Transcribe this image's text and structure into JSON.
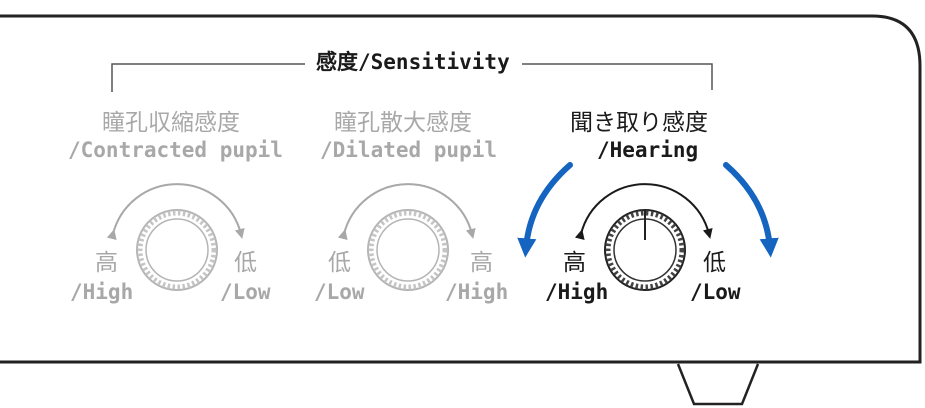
{
  "title": "感度/Sensitivity",
  "knobs": [
    {
      "name_jp": "瞳孔収縮感度",
      "name_en": "/Contracted pupil",
      "left_jp": "高",
      "left_en": "/High",
      "right_jp": "低",
      "right_en": "/Low",
      "active": false
    },
    {
      "name_jp": "瞳孔散大感度",
      "name_en": "/Dilated pupil",
      "left_jp": "低",
      "left_en": "/Low",
      "right_jp": "高",
      "right_en": "/High",
      "active": false
    },
    {
      "name_jp": "聞き取り感度",
      "name_en": "/Hearing",
      "left_jp": "高",
      "left_en": "/High",
      "right_jp": "低",
      "right_en": "/Low",
      "active": true
    }
  ],
  "colors": {
    "active": "#1a1a1a",
    "inactive": "#a8a8a8",
    "turn_arrow": "#1565c0",
    "outline": "#222222"
  }
}
